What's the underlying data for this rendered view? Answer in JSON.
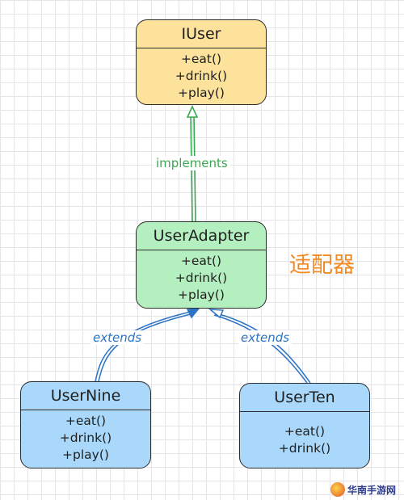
{
  "iuser": {
    "name": "IUser",
    "methods": [
      "+eat()",
      "+drink()",
      "+play()"
    ]
  },
  "adapter": {
    "name": "UserAdapter",
    "methods": [
      "+eat()",
      "+drink()",
      "+play()"
    ]
  },
  "usernine": {
    "name": "UserNine",
    "methods": [
      "+eat()",
      "+drink()",
      "+play()"
    ]
  },
  "userten": {
    "name": "UserTen",
    "methods": [
      "+eat()",
      "+drink()"
    ]
  },
  "relations": {
    "implements": "implements",
    "extends_left": "extends",
    "extends_right": "extends"
  },
  "annotation": "适配器",
  "watermark": "华南手游网",
  "colors": {
    "iuser_fill": "#fde29c",
    "adapter_fill": "#b4efc0",
    "subclass_fill": "#a9d8fb",
    "implements_color": "#39a84f",
    "extends_color": "#2b73c4",
    "annotation_color": "#f08a24"
  }
}
